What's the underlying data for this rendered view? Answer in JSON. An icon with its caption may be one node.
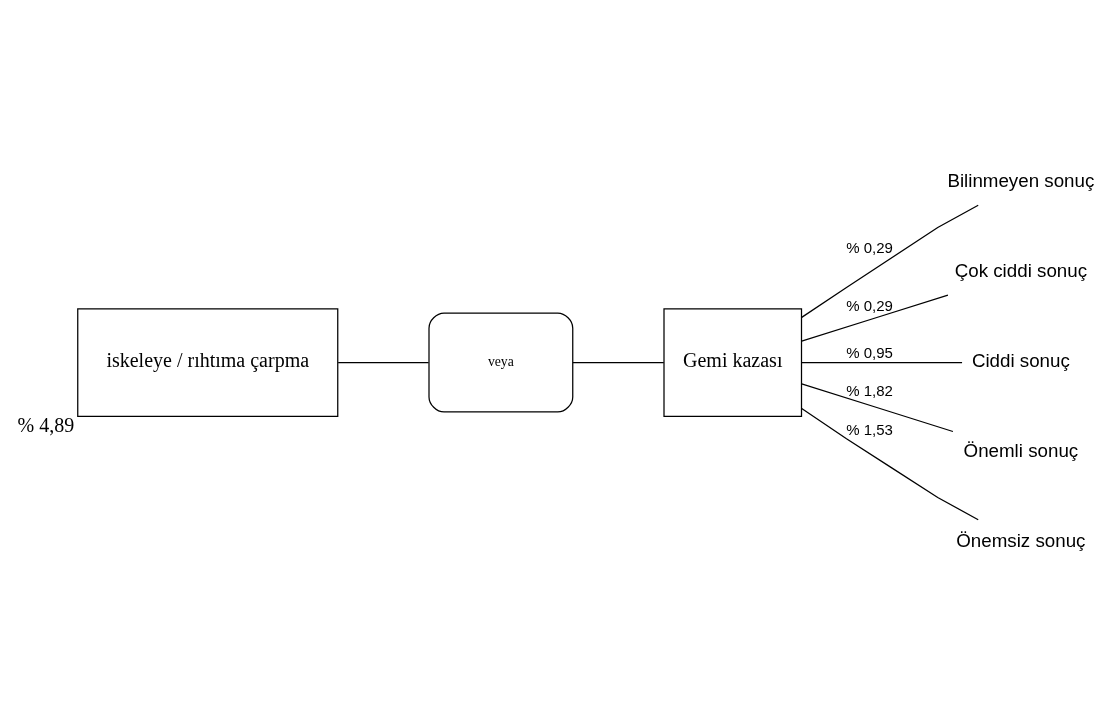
{
  "diagram": {
    "nodes": [
      {
        "text": [
          "iskeleye / rıhtıma çarpma"
        ],
        "beside": [
          "% 4,89"
        ]
      },
      {
        "text": [
          "veya"
        ]
      },
      {
        "text": [
          "Gemi kazası"
        ]
      },
      {
        "text": [
          "Bilinmeyen sonuç"
        ]
      },
      {
        "text": [
          "Çok ciddi sonuç"
        ]
      },
      {
        "text": [
          "Ciddi sonuç"
        ]
      },
      {
        "text": [
          "Önemli sonuç"
        ]
      },
      {
        "text": [
          "Önemsiz sonuç"
        ]
      }
    ],
    "edges": [
      {
        "from": 0,
        "to": 1,
        "arrow": "none"
      },
      {
        "from": 1,
        "to": 2,
        "arrow": "none"
      },
      {
        "from": 2,
        "to": 3,
        "arrow": "none",
        "label": "% 0,29"
      },
      {
        "from": 2,
        "to": 4,
        "arrow": "none",
        "label": "% 0,29"
      },
      {
        "from": 2,
        "to": 5,
        "arrow": "none",
        "label": "% 0,95"
      },
      {
        "from": 2,
        "to": 6,
        "arrow": "none",
        "label": "% 1,82"
      },
      {
        "from": 2,
        "to": 7,
        "arrow": "none",
        "label": "% 1,53"
      }
    ]
  }
}
